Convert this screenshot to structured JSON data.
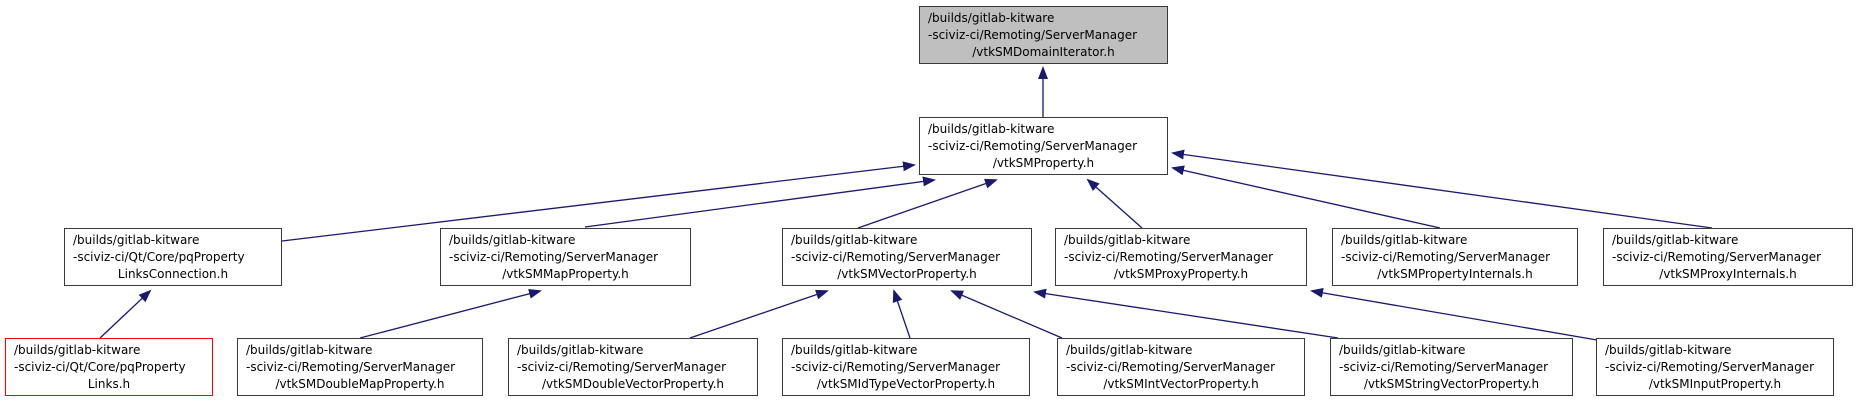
{
  "diagram": {
    "type": "include-dependency-graph",
    "colors": {
      "edge": "#191970",
      "node_border": "#3a3a3a",
      "node_fill": "#ffffff",
      "current_node_fill": "#bfbfbf",
      "truncated_node_border": "#ff0000",
      "text": "#000000",
      "background": "#ffffff"
    },
    "nodes": [
      {
        "id": "vtkSMDomainIterator",
        "kind": "current",
        "lines": [
          "/builds/gitlab-kitware",
          "-sciviz-ci/Remoting/ServerManager",
          "/vtkSMDomainIterator.h"
        ]
      },
      {
        "id": "vtkSMProperty",
        "kind": "normal",
        "lines": [
          "/builds/gitlab-kitware",
          "-sciviz-ci/Remoting/ServerManager",
          "/vtkSMProperty.h"
        ]
      },
      {
        "id": "pqPropertyLinksConnection",
        "kind": "normal",
        "lines": [
          "/builds/gitlab-kitware",
          "-sciviz-ci/Qt/Core/pqProperty",
          "LinksConnection.h"
        ]
      },
      {
        "id": "vtkSMMapProperty",
        "kind": "normal",
        "lines": [
          "/builds/gitlab-kitware",
          "-sciviz-ci/Remoting/ServerManager",
          "/vtkSMMapProperty.h"
        ]
      },
      {
        "id": "vtkSMVectorProperty",
        "kind": "normal",
        "lines": [
          "/builds/gitlab-kitware",
          "-sciviz-ci/Remoting/ServerManager",
          "/vtkSMVectorProperty.h"
        ]
      },
      {
        "id": "vtkSMProxyProperty",
        "kind": "normal",
        "lines": [
          "/builds/gitlab-kitware",
          "-sciviz-ci/Remoting/ServerManager",
          "/vtkSMProxyProperty.h"
        ]
      },
      {
        "id": "vtkSMPropertyInternals",
        "kind": "normal",
        "lines": [
          "/builds/gitlab-kitware",
          "-sciviz-ci/Remoting/ServerManager",
          "/vtkSMPropertyInternals.h"
        ]
      },
      {
        "id": "vtkSMProxyInternals",
        "kind": "normal",
        "lines": [
          "/builds/gitlab-kitware",
          "-sciviz-ci/Remoting/ServerManager",
          "/vtkSMProxyInternals.h"
        ]
      },
      {
        "id": "pqPropertyLinks",
        "kind": "truncated",
        "lines": [
          "/builds/gitlab-kitware",
          "-sciviz-ci/Qt/Core/pqProperty",
          "Links.h"
        ]
      },
      {
        "id": "vtkSMDoubleMapProperty",
        "kind": "normal",
        "lines": [
          "/builds/gitlab-kitware",
          "-sciviz-ci/Remoting/ServerManager",
          "/vtkSMDoubleMapProperty.h"
        ]
      },
      {
        "id": "vtkSMDoubleVectorProperty",
        "kind": "normal",
        "lines": [
          "/builds/gitlab-kitware",
          "-sciviz-ci/Remoting/ServerManager",
          "/vtkSMDoubleVectorProperty.h"
        ]
      },
      {
        "id": "vtkSMIdTypeVectorProperty",
        "kind": "normal",
        "lines": [
          "/builds/gitlab-kitware",
          "-sciviz-ci/Remoting/ServerManager",
          "/vtkSMIdTypeVectorProperty.h"
        ]
      },
      {
        "id": "vtkSMIntVectorProperty",
        "kind": "normal",
        "lines": [
          "/builds/gitlab-kitware",
          "-sciviz-ci/Remoting/ServerManager",
          "/vtkSMIntVectorProperty.h"
        ]
      },
      {
        "id": "vtkSMStringVectorProperty",
        "kind": "normal",
        "lines": [
          "/builds/gitlab-kitware",
          "-sciviz-ci/Remoting/ServerManager",
          "/vtkSMStringVectorProperty.h"
        ]
      },
      {
        "id": "vtkSMInputProperty",
        "kind": "normal",
        "lines": [
          "/builds/gitlab-kitware",
          "-sciviz-ci/Remoting/ServerManager",
          "/vtkSMInputProperty.h"
        ]
      }
    ],
    "edges": [
      {
        "from": "vtkSMProperty",
        "to": "vtkSMDomainIterator"
      },
      {
        "from": "pqPropertyLinksConnection",
        "to": "vtkSMProperty"
      },
      {
        "from": "vtkSMMapProperty",
        "to": "vtkSMProperty"
      },
      {
        "from": "vtkSMVectorProperty",
        "to": "vtkSMProperty"
      },
      {
        "from": "vtkSMProxyProperty",
        "to": "vtkSMProperty"
      },
      {
        "from": "vtkSMPropertyInternals",
        "to": "vtkSMProperty"
      },
      {
        "from": "vtkSMProxyInternals",
        "to": "vtkSMProperty"
      },
      {
        "from": "pqPropertyLinks",
        "to": "pqPropertyLinksConnection"
      },
      {
        "from": "vtkSMDoubleMapProperty",
        "to": "vtkSMMapProperty"
      },
      {
        "from": "vtkSMDoubleVectorProperty",
        "to": "vtkSMVectorProperty"
      },
      {
        "from": "vtkSMIdTypeVectorProperty",
        "to": "vtkSMVectorProperty"
      },
      {
        "from": "vtkSMIntVectorProperty",
        "to": "vtkSMVectorProperty"
      },
      {
        "from": "vtkSMStringVectorProperty",
        "to": "vtkSMVectorProperty"
      },
      {
        "from": "vtkSMInputProperty",
        "to": "vtkSMProxyProperty"
      }
    ]
  }
}
